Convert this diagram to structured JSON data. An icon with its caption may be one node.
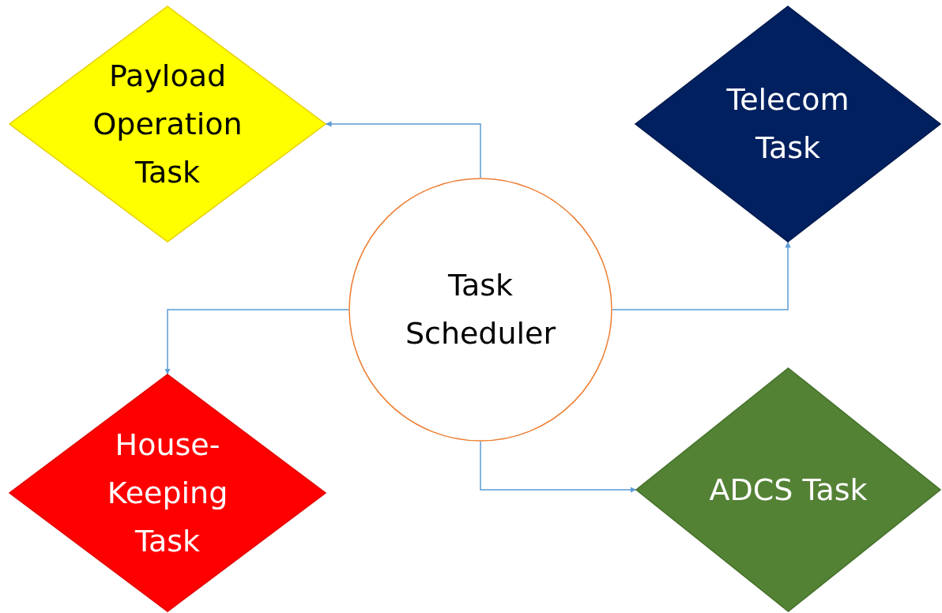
{
  "diagram": {
    "nodes": [
      {
        "text": [
          "Payload Operation Task"
        ]
      },
      {
        "text": [
          "Telecom Task"
        ]
      },
      {
        "text": [
          "Task Scheduler"
        ]
      },
      {
        "text": [
          "House-Keeping Task"
        ]
      },
      {
        "text": [
          "ADCS Task"
        ]
      }
    ],
    "edges": [
      {
        "from": 2,
        "to": 0,
        "arrow": "to"
      },
      {
        "from": 2,
        "to": 1,
        "arrow": "to"
      },
      {
        "from": 2,
        "to": 3,
        "arrow": "to"
      },
      {
        "from": 2,
        "to": 4,
        "arrow": "to"
      }
    ]
  }
}
